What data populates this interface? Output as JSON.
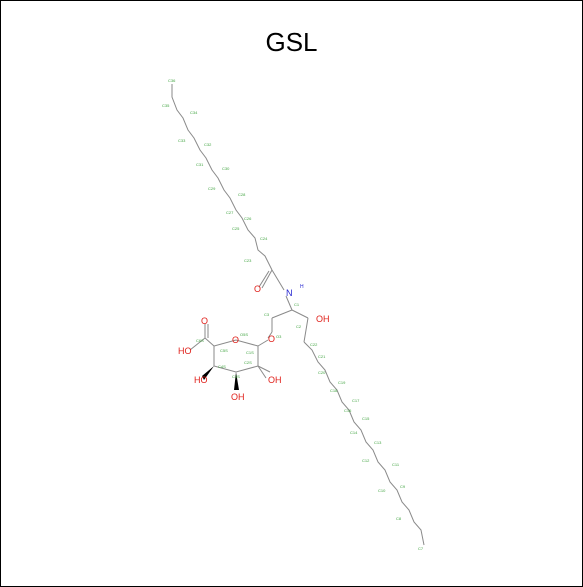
{
  "title": "GSL",
  "colors": {
    "bond": "#8a8a8a",
    "oxygen": "#e0201a",
    "nitrogen": "#2323d0",
    "atom_label": "#3fa33f"
  },
  "atoms": {
    "amide_O": "O",
    "N": "N",
    "H_N": "H",
    "OH_side": "OH",
    "glyc_O": "O",
    "ring_O": "O",
    "acid_O": "O",
    "acid_HO": "HO",
    "HO_c4": "HO",
    "OH_c3": "OH",
    "OH_c2": "OH"
  },
  "atom_ids": {
    "acyl": [
      "C36",
      "C35",
      "C34",
      "C33",
      "C32",
      "C31",
      "C30",
      "C29",
      "C28",
      "C27",
      "C26",
      "C25",
      "C24",
      "C23"
    ],
    "sphingoid": [
      "C22",
      "C21",
      "C20",
      "C19",
      "C18",
      "C17",
      "C16",
      "C15",
      "C14",
      "C13",
      "C12",
      "C11",
      "C10",
      "C9",
      "C8",
      "C7"
    ],
    "head": [
      "C1",
      "C2",
      "C3",
      "O3",
      "C1S",
      "C2S",
      "C3S",
      "C4S",
      "C5S",
      "C6S",
      "O5S"
    ]
  }
}
